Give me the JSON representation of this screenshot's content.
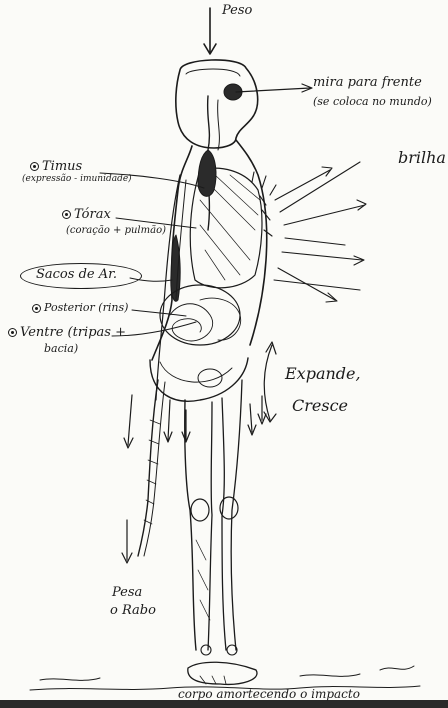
{
  "labels": {
    "top": "Peso",
    "mira_1": "mira para frente",
    "mira_2": "(se coloca no mundo)",
    "brilha": "brilha",
    "timus_1": "Timus",
    "timus_2": "(expressão - imunidade)",
    "torax_1": "Tórax",
    "torax_2": "(coração + pulmão)",
    "sacos": "Sacos de Ar.",
    "posterior": "Posterior (rins)",
    "ventre_1": "Ventre (tripas +",
    "ventre_2": "bacia)",
    "expande_1": "Expande,",
    "expande_2": "Cresce",
    "pesa_1": "Pesa",
    "pesa_2": "o Rabo",
    "bottom": "corpo amortecendo o impacto"
  },
  "colors": {
    "ink": "#1b1b1b",
    "paper": "#fbfbf8"
  },
  "icons": [
    "bullet-icon",
    "arrow-icon"
  ]
}
